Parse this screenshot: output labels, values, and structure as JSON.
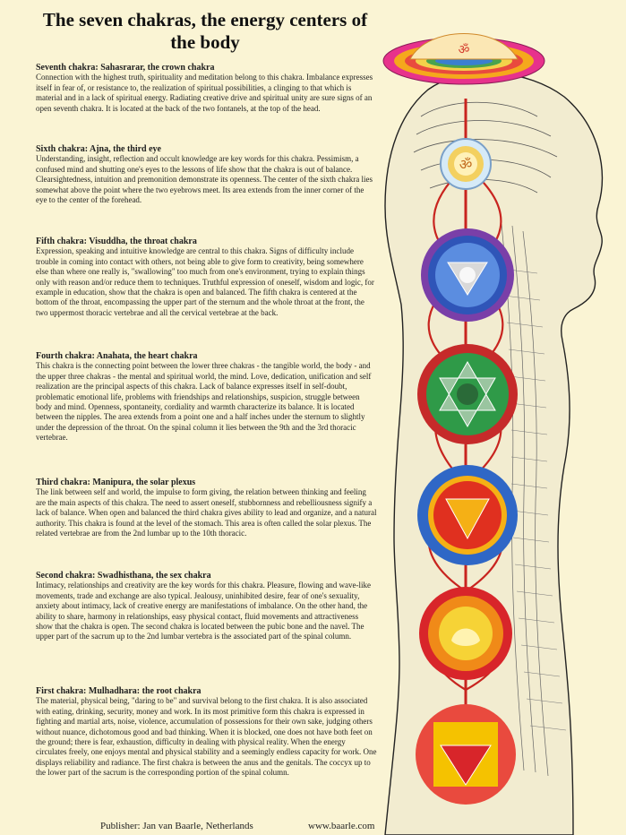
{
  "title": "The seven chakras, the energy centers of the body",
  "sections": [
    {
      "heading": "Seventh chakra: Sahasrarar, the crown chakra",
      "body": "Connection with the highest truth, spirituality and meditation belong to this chakra. Imbalance expresses itself in fear of, or resistance to, the realization of spiritual possibilities, a clinging to that which is material and in a lack of spiritual energy. Radiating creative drive and spiritual unity are sure signs of an open seventh chakra. It is located at the back of the two fontanels, at the top of the head."
    },
    {
      "heading": "Sixth chakra: Ajna, the third eye",
      "body": "Understanding, insight, reflection and occult knowledge are key words for this chakra. Pessimism, a confused mind and shutting one's eyes to the lessons of life show that the chakra is out of balance. Clearsightedness, intuition and premonition demonstrate its openness. The center of the sixth chakra lies somewhat above the point where the two eyebrows meet. Its area extends from the inner corner of the eye to the center of the forehead."
    },
    {
      "heading": "Fifth chakra: Visuddha, the throat chakra",
      "body": "Expression, speaking and intuitive knowledge are central to this chakra. Signs of difficulty include trouble in coming into contact with others, not being able to give form to creativity, being somewhere else than where one really is, \"swallowing\" too much from one's environment, trying to explain things only with reason and/or reduce them to techniques. Truthful expression of oneself, wisdom and logic, for example in education, show that the chakra is open and balanced. The fifth chakra is centered at the bottom of the throat, encompassing the upper part of the sternum and the whole throat at the front, the two uppermost thoracic vertebrae and all the cervical vertebrae at the back."
    },
    {
      "heading": "Fourth chakra: Anahata, the heart chakra",
      "body": "This chakra is the connecting point between the lower three chakras - the tangible world, the body - and the upper three chakras - the mental and spiritual world, the mind. Love, dedication, unification and self realization are the principal aspects of this chakra. Lack of balance expresses itself in self-doubt, problematic emotional life, problems with friendships and relationships, suspicion, struggle between body and mind. Openness, spontaneity, cordiality and warmth characterize its balance. It is located between the nipples. The area extends from a point one and a half inches under the sternum to slightly under the depression of the throat. On the spinal column it lies between the 9th and the 3rd thoracic vertebrae."
    },
    {
      "heading": "Third chakra: Manipura, the solar plexus",
      "body": "The link between self and world, the impulse to form giving, the relation between thinking and feeling are the main aspects of this chakra. The need to assert oneself, stubbornness and rebelliousness signify a lack of balance. When open and balanced the third chakra gives ability to lead and organize, and a natural authority. This chakra is found at the level of the stomach. This area is often called the solar plexus. The related vertebrae are from the 2nd lumbar up to the 10th thoracic."
    },
    {
      "heading": "Second chakra: Swadhisthana, the sex chakra",
      "body": "Intimacy, relationships and creativity are the key words for this chakra. Pleasure, flowing and wave-like movements, trade and exchange are also typical. Jealousy, uninhibited desire, fear of one's sexuality, anxiety about intimacy, lack of creative energy are manifestations of imbalance. On the other hand, the ability to share, harmony in relationships, easy physical contact, fluid movements and attractiveness show that the chakra is open. The second chakra is located between the pubic bone and the navel. The upper part of the sacrum up to the 2nd lumbar vertebra is the associated part of the spinal column."
    },
    {
      "heading": "First chakra: Mulhadhara: the root chakra",
      "body": "The material, physical being, \"daring to be\" and survival belong to the first chakra. It is also associated with eating, drinking, security, money and work. In its most primitive form this chakra is expressed in fighting and martial arts, noise, violence, accumulation of possessions for their own sake, judging others without nuance, dichotomous good and bad thinking. When it is blocked, one does not have both feet on the ground; there is fear, exhaustion, difficulty in dealing with physical reality. When the energy circulates freely, one enjoys mental and physical stability and a seemingly endless capacity for work. One displays reliability and radiance. The first chakra is between the anus and the genitals. The coccyx up to the lower part of the sacrum is the corresponding portion of the spinal column."
    }
  ],
  "footer": {
    "publisher": "Publisher: Jan van Baarle, Netherlands",
    "url": "www.baarle.com"
  },
  "colors": {
    "background": "#faf4d4",
    "crown": "#e7328c",
    "third_eye": "#f3d060",
    "throat": "#2f55b8",
    "heart": "#2f9a48",
    "solar_plexus": "#f5b015",
    "sacral": "#f08a18",
    "root": "#d8252a"
  }
}
